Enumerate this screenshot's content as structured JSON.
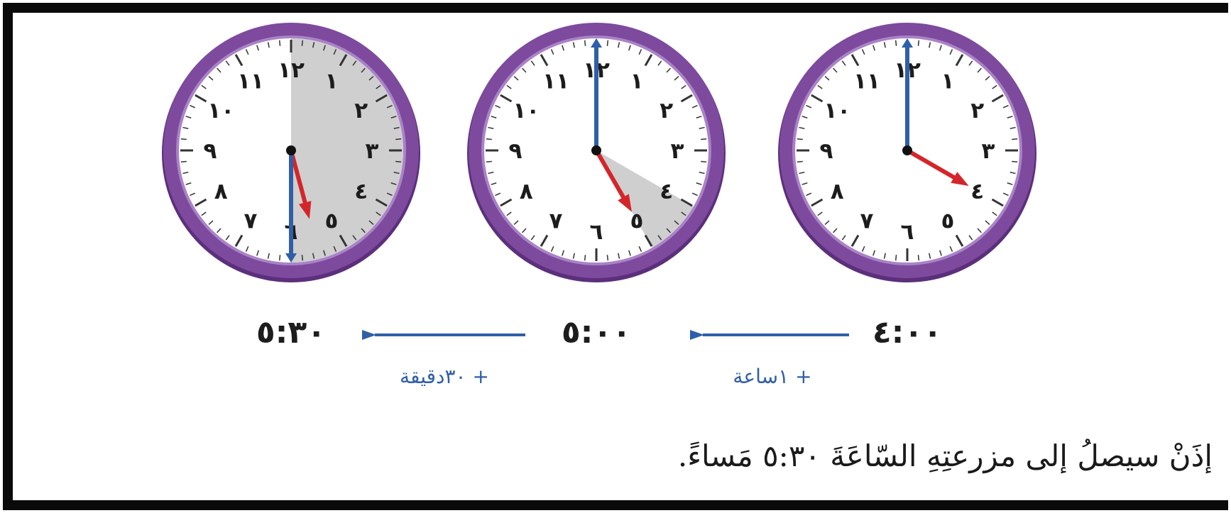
{
  "clocks": [
    {
      "numerals": [
        "١٢",
        "١",
        "٢",
        "٣",
        "٤",
        "٥",
        "٦",
        "٧",
        "٨",
        "٩",
        "١٠",
        "١١"
      ],
      "hour_hand": "4:00",
      "shaded_minutes": 0,
      "time_label": "٤:٠٠"
    },
    {
      "numerals": [
        "١٢",
        "١",
        "٢",
        "٣",
        "٤",
        "٥",
        "٦",
        "٧",
        "٨",
        "٩",
        "١٠",
        "١١"
      ],
      "hour_hand": "5:00",
      "shaded_minutes": 60,
      "time_label": "٥:٠٠"
    },
    {
      "numerals": [
        "١٢",
        "١",
        "٢",
        "٣",
        "٤",
        "٥",
        "٦",
        "٧",
        "٨",
        "٩",
        "١٠",
        "١١"
      ],
      "hour_hand": "5:30",
      "shaded_minutes": 30,
      "time_label": "٥:٣٠"
    }
  ],
  "steps": [
    {
      "label": "+ ١ساعة"
    },
    {
      "label": "+ ٣٠دقيقة"
    }
  ],
  "conclusion": "إذَنْ سيصلُ إلى مزرعتِهِ السّاعَةَ ٥:٣٠ مَساءً.",
  "colors": {
    "rim": "#7d4a9e",
    "rim_dark": "#5c2f7c",
    "minute_hand": "#2f5fa8",
    "hour_hand": "#d4262a",
    "shade": "#cfcfcf",
    "arrow": "#2f5fa8"
  }
}
